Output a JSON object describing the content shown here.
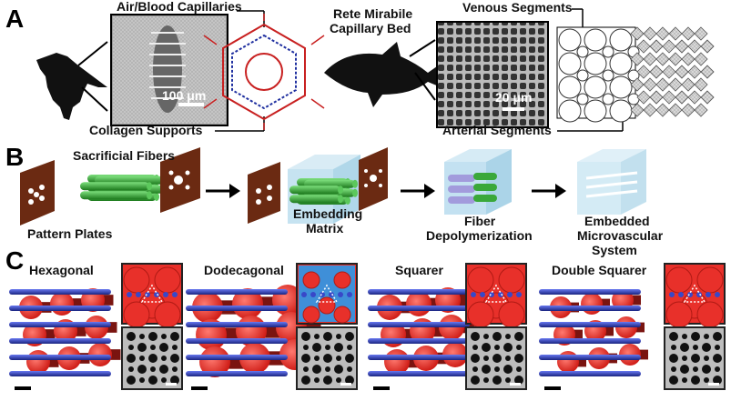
{
  "panels": {
    "a": "A",
    "b": "B",
    "c": "C"
  },
  "panel_a": {
    "air_blood_capillaries": "Air/Blood Capillaries",
    "collagen_supports": "Collagen Supports",
    "scale_bar_left": "100 μm",
    "rete_mirabile_line1": "Rete Mirabile",
    "rete_mirabile_line2": "Capillary Bed",
    "venous_segments": "Venous Segments",
    "arterial_segments": "Arterial Segments",
    "scale_bar_right": "20 μm"
  },
  "panel_b": {
    "sacrificial_fibers": "Sacrificial Fibers",
    "pattern_plates": "Pattern Plates",
    "embedding_matrix_line1": "Embedding",
    "embedding_matrix_line2": "Matrix",
    "fiber_depolymerization_line1": "Fiber",
    "fiber_depolymerization_line2": "Depolymerization",
    "embedded_system_line1": "Embedded",
    "embedded_system_line2": "Microvascular",
    "embedded_system_line3": "System"
  },
  "panel_c": {
    "hexagonal": "Hexagonal",
    "dodecagonal": "Dodecagonal",
    "squarer": "Squarer",
    "double_squarer": "Double Squarer"
  },
  "colors": {
    "red_fiber": "#e8302a",
    "blue_fiber": "#3848c8",
    "green_fiber": "#3aa83a",
    "plate_brown": "#6b2a12",
    "matrix_blue": "#a8d4e8",
    "tile_blue": "#3f8fd8"
  }
}
